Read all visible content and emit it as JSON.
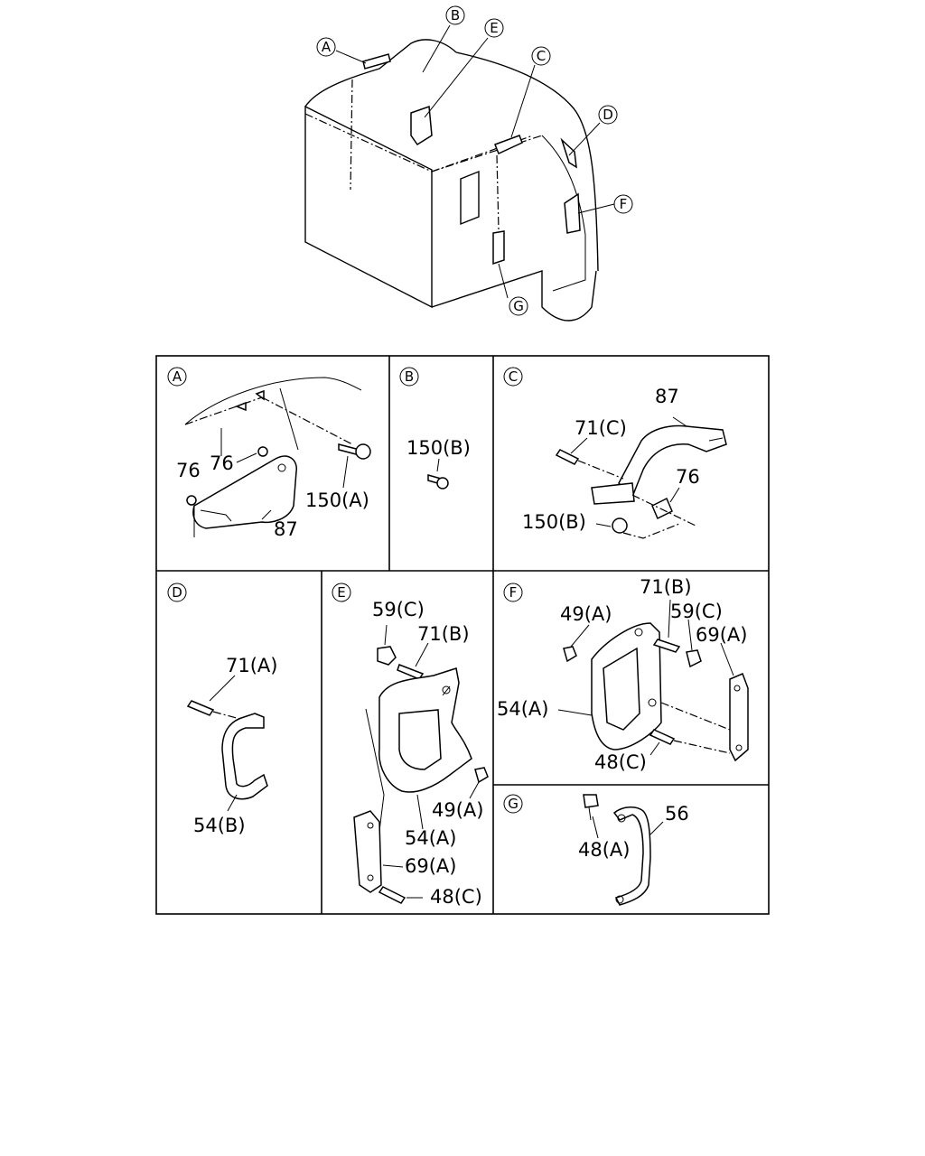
{
  "overview": {
    "callouts": [
      "A",
      "B",
      "E",
      "C",
      "D",
      "F",
      "G"
    ]
  },
  "panels": {
    "A": {
      "letter": "A",
      "labels": [
        "76",
        "76",
        "150(A)",
        "87"
      ]
    },
    "B": {
      "letter": "B",
      "labels": [
        "150(B)"
      ]
    },
    "C": {
      "letter": "C",
      "labels": [
        "87",
        "71(C)",
        "76",
        "150(B)"
      ]
    },
    "D": {
      "letter": "D",
      "labels": [
        "71(A)",
        "54(B)"
      ]
    },
    "E": {
      "letter": "E",
      "labels": [
        "59(C)",
        "71(B)",
        "49(A)",
        "54(A)",
        "69(A)",
        "48(C)"
      ]
    },
    "F": {
      "letter": "F",
      "labels": [
        "71(B)",
        "49(A)",
        "59(C)",
        "69(A)",
        "54(A)",
        "48(C)"
      ]
    },
    "G": {
      "letter": "G",
      "labels": [
        "56",
        "48(A)"
      ]
    }
  }
}
